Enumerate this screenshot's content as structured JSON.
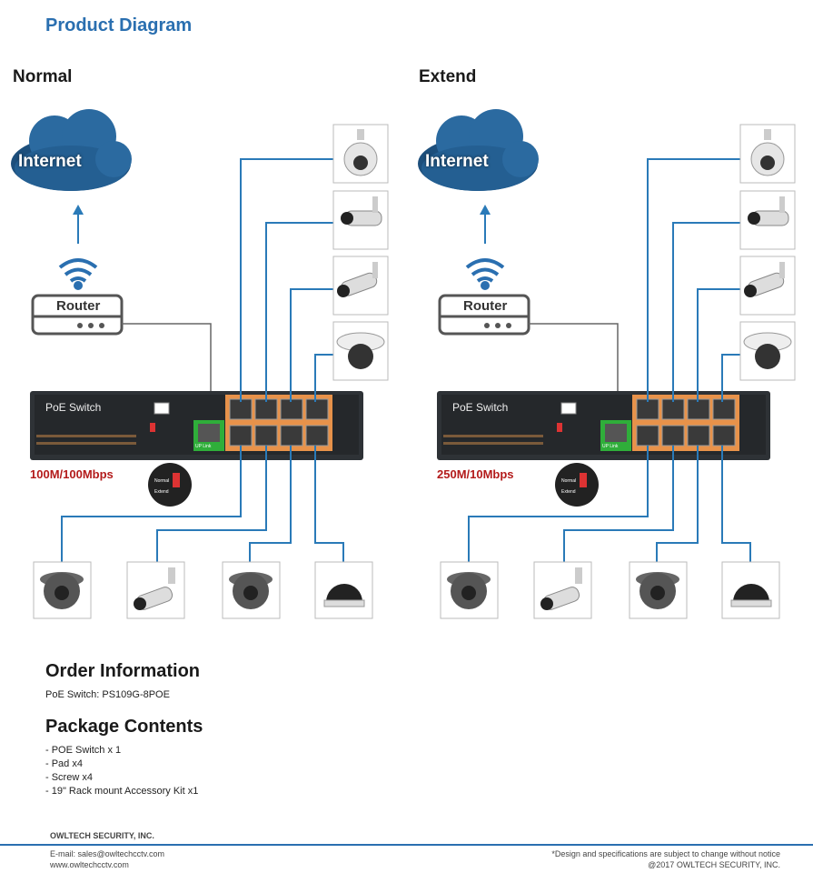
{
  "title": "Product Diagram",
  "panels": [
    {
      "mode": "Normal",
      "cloud": "Internet",
      "router": "Router",
      "switch_label": "PoE Switch",
      "uplink": "UP Link",
      "speed": "100M/100Mbps"
    },
    {
      "mode": "Extend",
      "cloud": "Internet",
      "router": "Router",
      "switch_label": "PoE Switch",
      "uplink": "UP Link",
      "speed": "250M/10Mbps"
    }
  ],
  "colors": {
    "title": "#2a6fb0",
    "cable": "#2a7ab8",
    "speed": "#b31b1b",
    "ports": "#e8924a",
    "uplink": "#2fae3a"
  },
  "order": {
    "heading": "Order Information",
    "model": "PoE Switch: PS109G-8POE"
  },
  "package": {
    "heading": "Package Contents",
    "items": [
      "- POE Switch x 1",
      "- Pad x4",
      "- Screw x4",
      "- 19\" Rack mount Accessory Kit x1"
    ]
  },
  "footer": {
    "company": "OWLTECH SECURITY, INC.",
    "email": "E-mail: sales@owltechcctv.com",
    "web": "www.owltechcctv.com",
    "disclaimer": "*Design and specifications are subject to change without notice",
    "copyright": "@2017 OWLTECH SECURITY, INC."
  }
}
